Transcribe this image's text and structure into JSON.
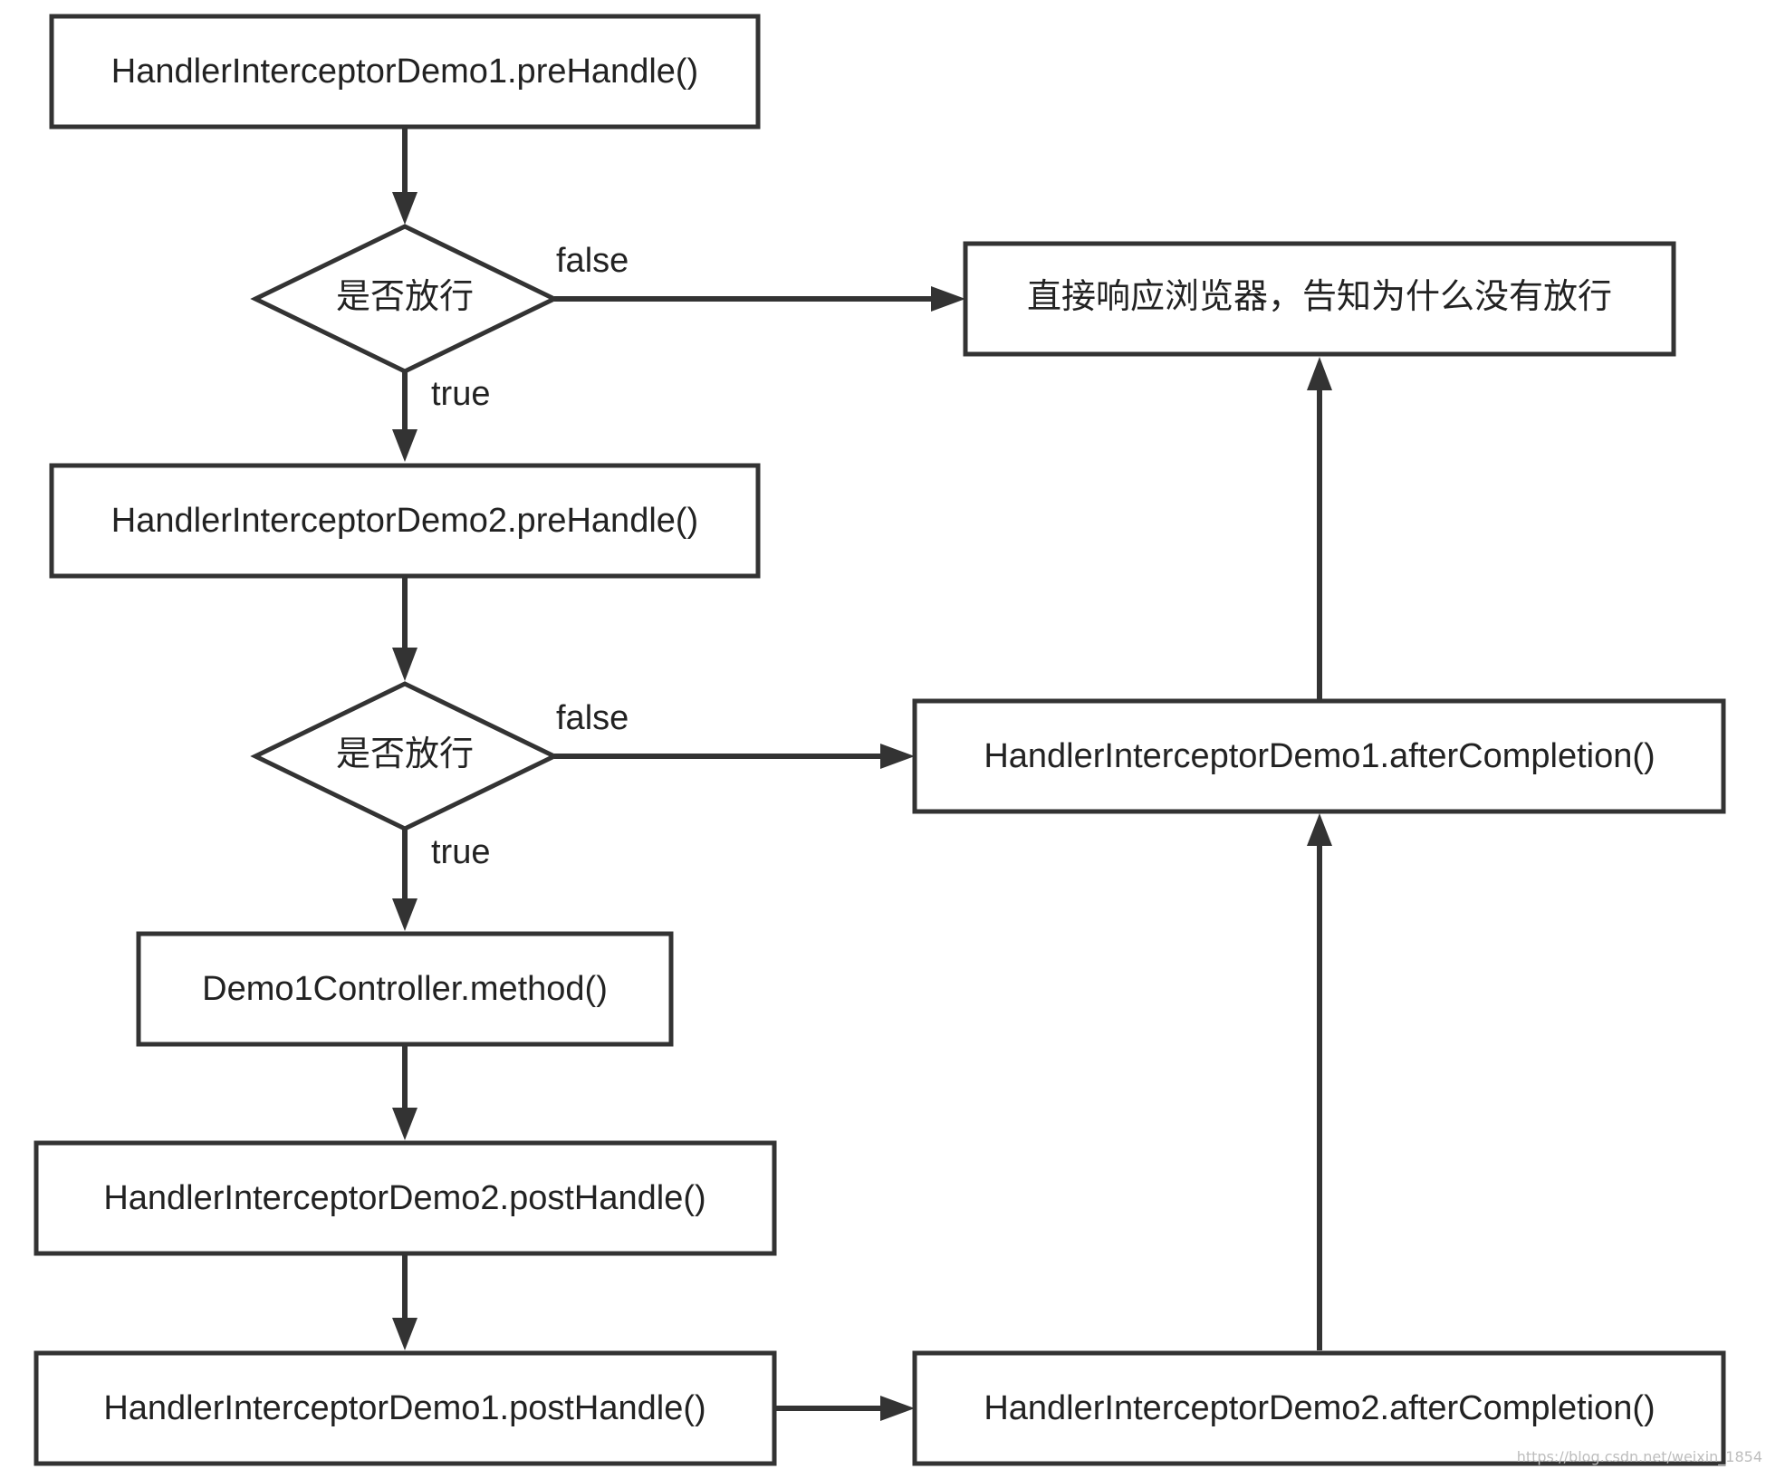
{
  "nodes": {
    "demo1_prehandle": "HandlerInterceptorDemo1.preHandle()",
    "decision1": "是否放行",
    "respond_browser": "直接响应浏览器，告知为什么没有放行",
    "demo2_prehandle": "HandlerInterceptorDemo2.preHandle()",
    "decision2": "是否放行",
    "demo1_aftercompletion": "HandlerInterceptorDemo1.afterCompletion()",
    "controller_method": "Demo1Controller.method()",
    "demo2_posthandle": "HandlerInterceptorDemo2.postHandle()",
    "demo1_posthandle": "HandlerInterceptorDemo1.postHandle()",
    "demo2_aftercompletion": "HandlerInterceptorDemo2.afterCompletion()"
  },
  "edge_labels": {
    "decision1_false": "false",
    "decision1_true": "true",
    "decision2_false": "false",
    "decision2_true": "true"
  },
  "watermark": "https://blog.csdn.net/weixin_1854"
}
